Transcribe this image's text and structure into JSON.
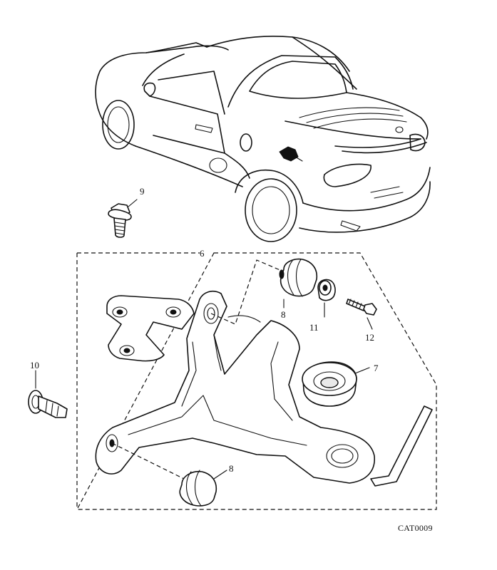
{
  "callouts": {
    "c6": "6",
    "c7": "7",
    "c8_top": "8",
    "c8_bottom": "8",
    "c9": "9",
    "c10": "10",
    "c11": "11",
    "c12": "12"
  },
  "catalog_code": "CAT0009"
}
